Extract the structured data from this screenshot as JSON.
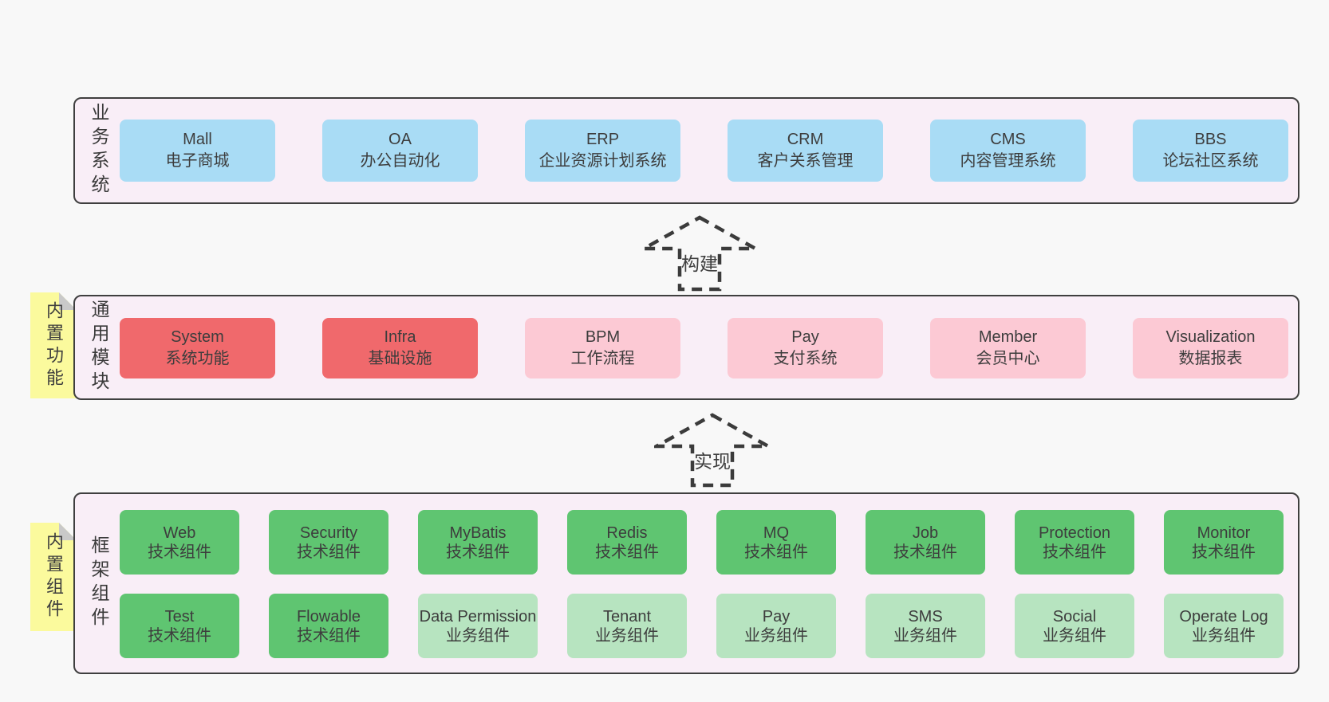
{
  "diagram": {
    "layers": {
      "business": {
        "label": "业务系统",
        "boxes": [
          {
            "title": "Mall",
            "subtitle": "电子商城",
            "variant": "blue"
          },
          {
            "title": "OA",
            "subtitle": "办公自动化",
            "variant": "blue"
          },
          {
            "title": "ERP",
            "subtitle": "企业资源计划系统",
            "variant": "blue"
          },
          {
            "title": "CRM",
            "subtitle": "客户关系管理",
            "variant": "blue"
          },
          {
            "title": "CMS",
            "subtitle": "内容管理系统",
            "variant": "blue"
          },
          {
            "title": "BBS",
            "subtitle": "论坛社区系统",
            "variant": "blue"
          }
        ]
      },
      "modules": {
        "label": "通用模块",
        "sticky": "内置功能",
        "boxes": [
          {
            "title": "System",
            "subtitle": "系统功能",
            "variant": "red"
          },
          {
            "title": "Infra",
            "subtitle": "基础设施",
            "variant": "red"
          },
          {
            "title": "BPM",
            "subtitle": "工作流程",
            "variant": "pink"
          },
          {
            "title": "Pay",
            "subtitle": "支付系统",
            "variant": "pink"
          },
          {
            "title": "Member",
            "subtitle": "会员中心",
            "variant": "pink"
          },
          {
            "title": "Visualization",
            "subtitle": "数据报表",
            "variant": "pink"
          }
        ]
      },
      "components": {
        "label": "框架组件",
        "sticky": "内置组件",
        "row1": [
          {
            "title": "Web",
            "subtitle": "技术组件",
            "variant": "green"
          },
          {
            "title": "Security",
            "subtitle": "技术组件",
            "variant": "green"
          },
          {
            "title": "MyBatis",
            "subtitle": "技术组件",
            "variant": "green"
          },
          {
            "title": "Redis",
            "subtitle": "技术组件",
            "variant": "green"
          },
          {
            "title": "MQ",
            "subtitle": "技术组件",
            "variant": "green"
          },
          {
            "title": "Job",
            "subtitle": "技术组件",
            "variant": "green"
          },
          {
            "title": "Protection",
            "subtitle": "技术组件",
            "variant": "green"
          },
          {
            "title": "Monitor",
            "subtitle": "技术组件",
            "variant": "green"
          }
        ],
        "row2": [
          {
            "title": "Test",
            "subtitle": "技术组件",
            "variant": "green"
          },
          {
            "title": "Flowable",
            "subtitle": "技术组件",
            "variant": "green"
          },
          {
            "title": "Data Permission",
            "subtitle": "业务组件",
            "variant": "lightgreen"
          },
          {
            "title": "Tenant",
            "subtitle": "业务组件",
            "variant": "lightgreen"
          },
          {
            "title": "Pay",
            "subtitle": "业务组件",
            "variant": "lightgreen"
          },
          {
            "title": "SMS",
            "subtitle": "业务组件",
            "variant": "lightgreen"
          },
          {
            "title": "Social",
            "subtitle": "业务组件",
            "variant": "lightgreen"
          },
          {
            "title": "Operate Log",
            "subtitle": "业务组件",
            "variant": "lightgreen"
          }
        ]
      }
    },
    "arrows": [
      {
        "label": "构建"
      },
      {
        "label": "实现"
      }
    ],
    "colors": {
      "page_bg": "#f8f8f8",
      "layer_bg": "#f9eef7",
      "layer_border": "#3f3f3f",
      "blue": "#a9dcf5",
      "red": "#f0696c",
      "pink": "#fcc9d4",
      "green": "#5fc571",
      "light_green": "#b7e4c0",
      "sticky_yellow": "#fbfa9d",
      "sticky_fold": "#c9c9c9",
      "arrow_stroke": "#3b3b3b",
      "text": "#3d3d3d"
    }
  }
}
